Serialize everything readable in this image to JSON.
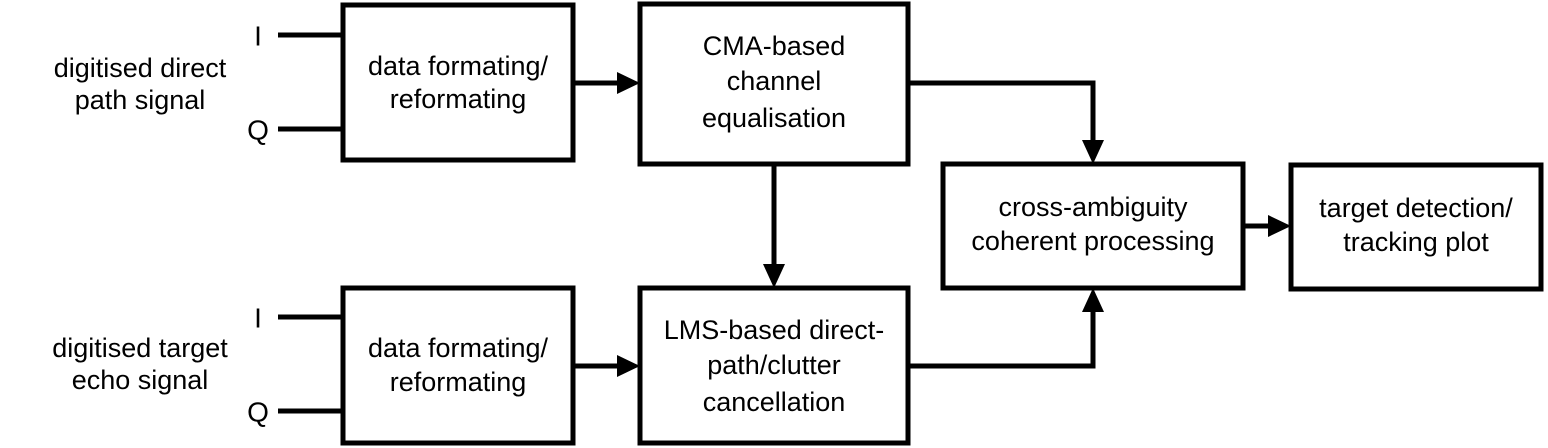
{
  "diagram": {
    "type": "block-diagram",
    "background_color": "#ffffff",
    "line_color": "#000000",
    "text_color": "#000000",
    "inputs": [
      {
        "id": "direct-path",
        "label_line1": "digitised direct",
        "label_line2": "path signal",
        "ports": [
          "I",
          "Q"
        ]
      },
      {
        "id": "target-echo",
        "label_line1": "digitised target",
        "label_line2": "echo signal",
        "ports": [
          "I",
          "Q"
        ]
      }
    ],
    "blocks": [
      {
        "id": "data-formating-top",
        "line1": "data formating/",
        "line2": "reformating",
        "line3": ""
      },
      {
        "id": "cma-channel-equalisation",
        "line1": "CMA-based",
        "line2": "channel",
        "line3": "equalisation"
      },
      {
        "id": "data-formating-bottom",
        "line1": "data formating/",
        "line2": "reformating",
        "line3": ""
      },
      {
        "id": "lms-clutter-cancellation",
        "line1": "LMS-based direct-",
        "line2": "path/clutter",
        "line3": "cancellation"
      },
      {
        "id": "cross-ambiguity",
        "line1": "cross-ambiguity",
        "line2": "coherent processing",
        "line3": ""
      },
      {
        "id": "target-detection",
        "line1": "target detection/",
        "line2": "tracking plot",
        "line3": ""
      }
    ],
    "port_labels": {
      "i_top": "I",
      "q_top": "Q",
      "i_bottom": "I",
      "q_bottom": "Q"
    }
  }
}
